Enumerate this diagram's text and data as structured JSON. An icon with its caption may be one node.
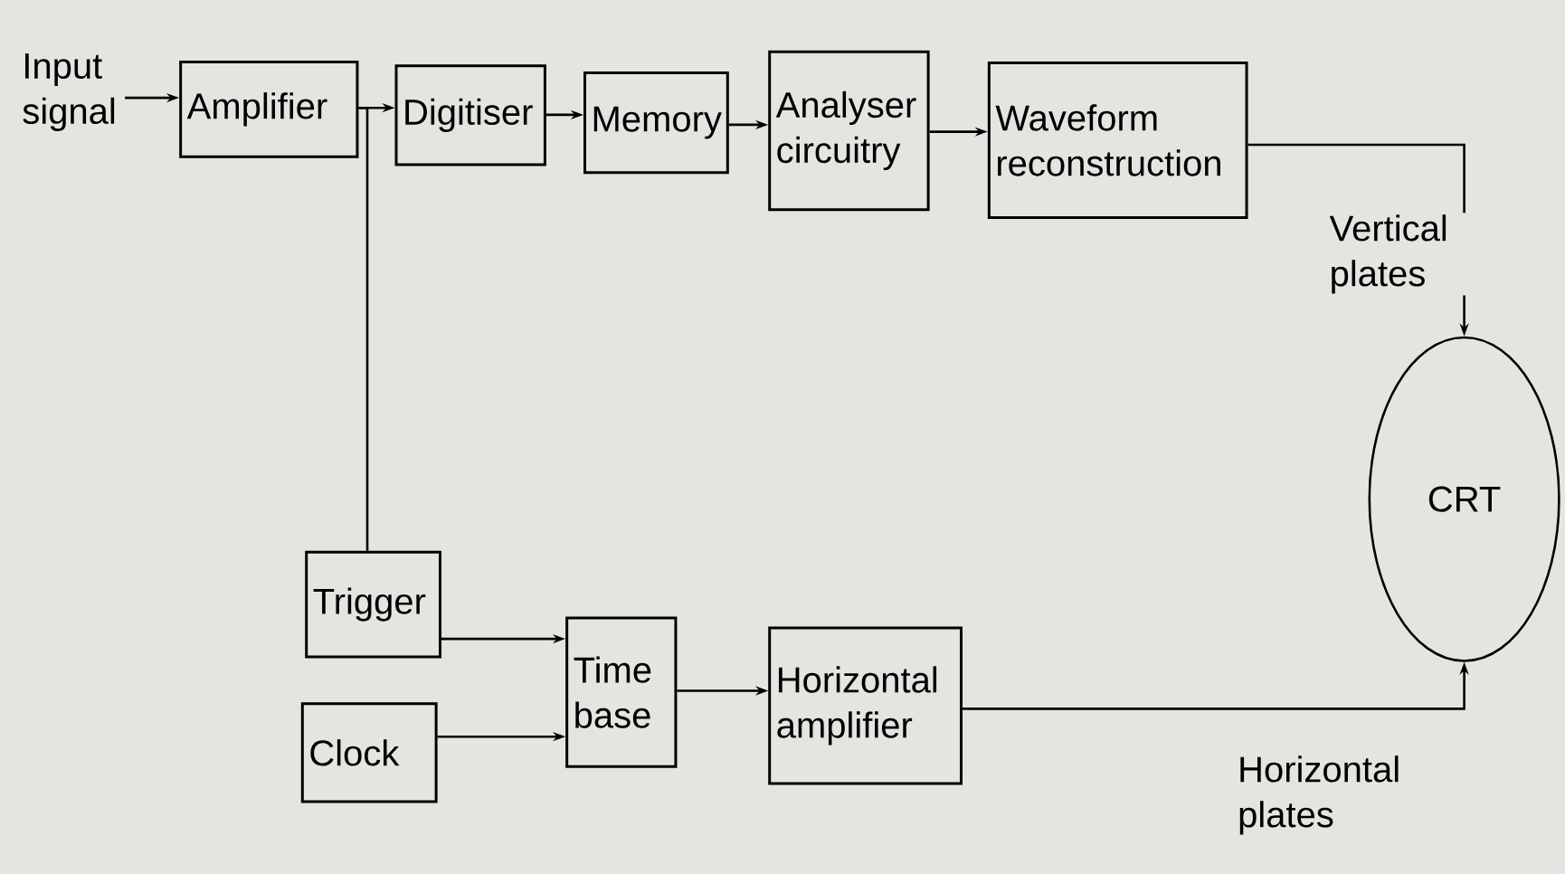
{
  "diagram": {
    "nodes": [
      {
        "text": [
          "Input signal"
        ]
      },
      {
        "text": [
          "Amplifier"
        ]
      },
      {
        "text": [
          "Digitiser"
        ]
      },
      {
        "text": [
          "Memory"
        ]
      },
      {
        "text": [
          "Analyser circuitry"
        ]
      },
      {
        "text": [
          "Waveform reconstruction"
        ]
      },
      {
        "text": [
          "CRT"
        ]
      },
      {
        "text": [
          "Trigger"
        ]
      },
      {
        "text": [
          "Clock"
        ]
      },
      {
        "text": [
          "Time base"
        ]
      },
      {
        "text": [
          "Horizontal amplifier"
        ]
      }
    ],
    "edges": [
      {
        "from": 0,
        "to": 1,
        "arrow": "to"
      },
      {
        "from": 1,
        "to": 2,
        "arrow": "to"
      },
      {
        "from": 1,
        "to": 7,
        "arrow": "none"
      },
      {
        "from": 2,
        "to": 3,
        "arrow": "to"
      },
      {
        "from": 3,
        "to": 4,
        "arrow": "to"
      },
      {
        "from": 4,
        "to": 5,
        "arrow": "to"
      },
      {
        "from": 5,
        "to": 6,
        "arrow": "to",
        "label": "Vertical plates"
      },
      {
        "from": 7,
        "to": 9,
        "arrow": "to"
      },
      {
        "from": 8,
        "to": 9,
        "arrow": "to"
      },
      {
        "from": 9,
        "to": 10,
        "arrow": "to"
      },
      {
        "from": 10,
        "to": 6,
        "arrow": "to",
        "label": "Horizontal plates"
      }
    ]
  }
}
